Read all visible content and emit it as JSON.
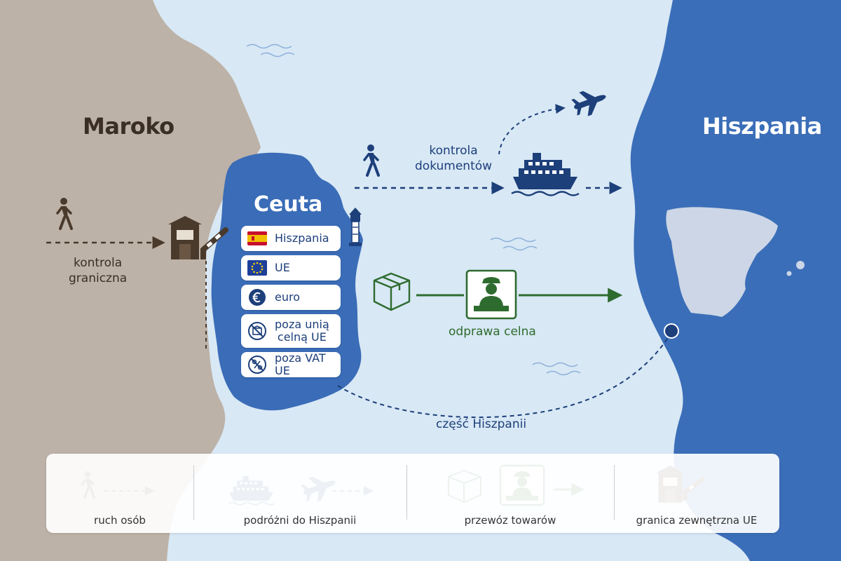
{
  "colors": {
    "sea": "#d8e8f5",
    "morocco_land": "#bdb2a7",
    "spain_land": "#3b6eb8",
    "ceuta_land": "#3a6cb7",
    "people_flow": "#4a3a2c",
    "travel_flow": "#1d3f7a",
    "goods_flow": "#2e6b2f"
  },
  "countries": {
    "morocco": "Maroko",
    "spain": "Hiszpania"
  },
  "ceuta": {
    "title": "Ceuta",
    "tags": [
      {
        "icon": "spain-flag-icon",
        "label": "Hiszpania"
      },
      {
        "icon": "eu-flag-icon",
        "label": "UE"
      },
      {
        "icon": "euro-icon",
        "label": "euro"
      },
      {
        "icon": "no-customs-icon",
        "label_line1": "poza unią",
        "label_line2": "celną UE"
      },
      {
        "icon": "no-vat-icon",
        "label": "poza VAT UE"
      }
    ]
  },
  "labels": {
    "border_check_line1": "kontrola",
    "border_check_line2": "graniczna",
    "document_check_line1": "kontrola",
    "document_check_line2": "dokumentów",
    "customs": "odprawa celna",
    "part_of_spain": "część Hiszpanii"
  },
  "legend": {
    "items": [
      {
        "label": "ruch osób",
        "icons": [
          "walking-person-icon",
          "dashed-arrow-icon"
        ]
      },
      {
        "label": "podróżni do Hiszpanii",
        "icons": [
          "ferry-icon",
          "airplane-icon",
          "dashed-arrow-icon"
        ]
      },
      {
        "label": "przewóz towarów",
        "icons": [
          "package-icon",
          "customs-officer-icon",
          "arrow-icon"
        ]
      },
      {
        "label": "granica zewnętrzna UE",
        "icons": [
          "border-booth-icon"
        ]
      }
    ]
  }
}
